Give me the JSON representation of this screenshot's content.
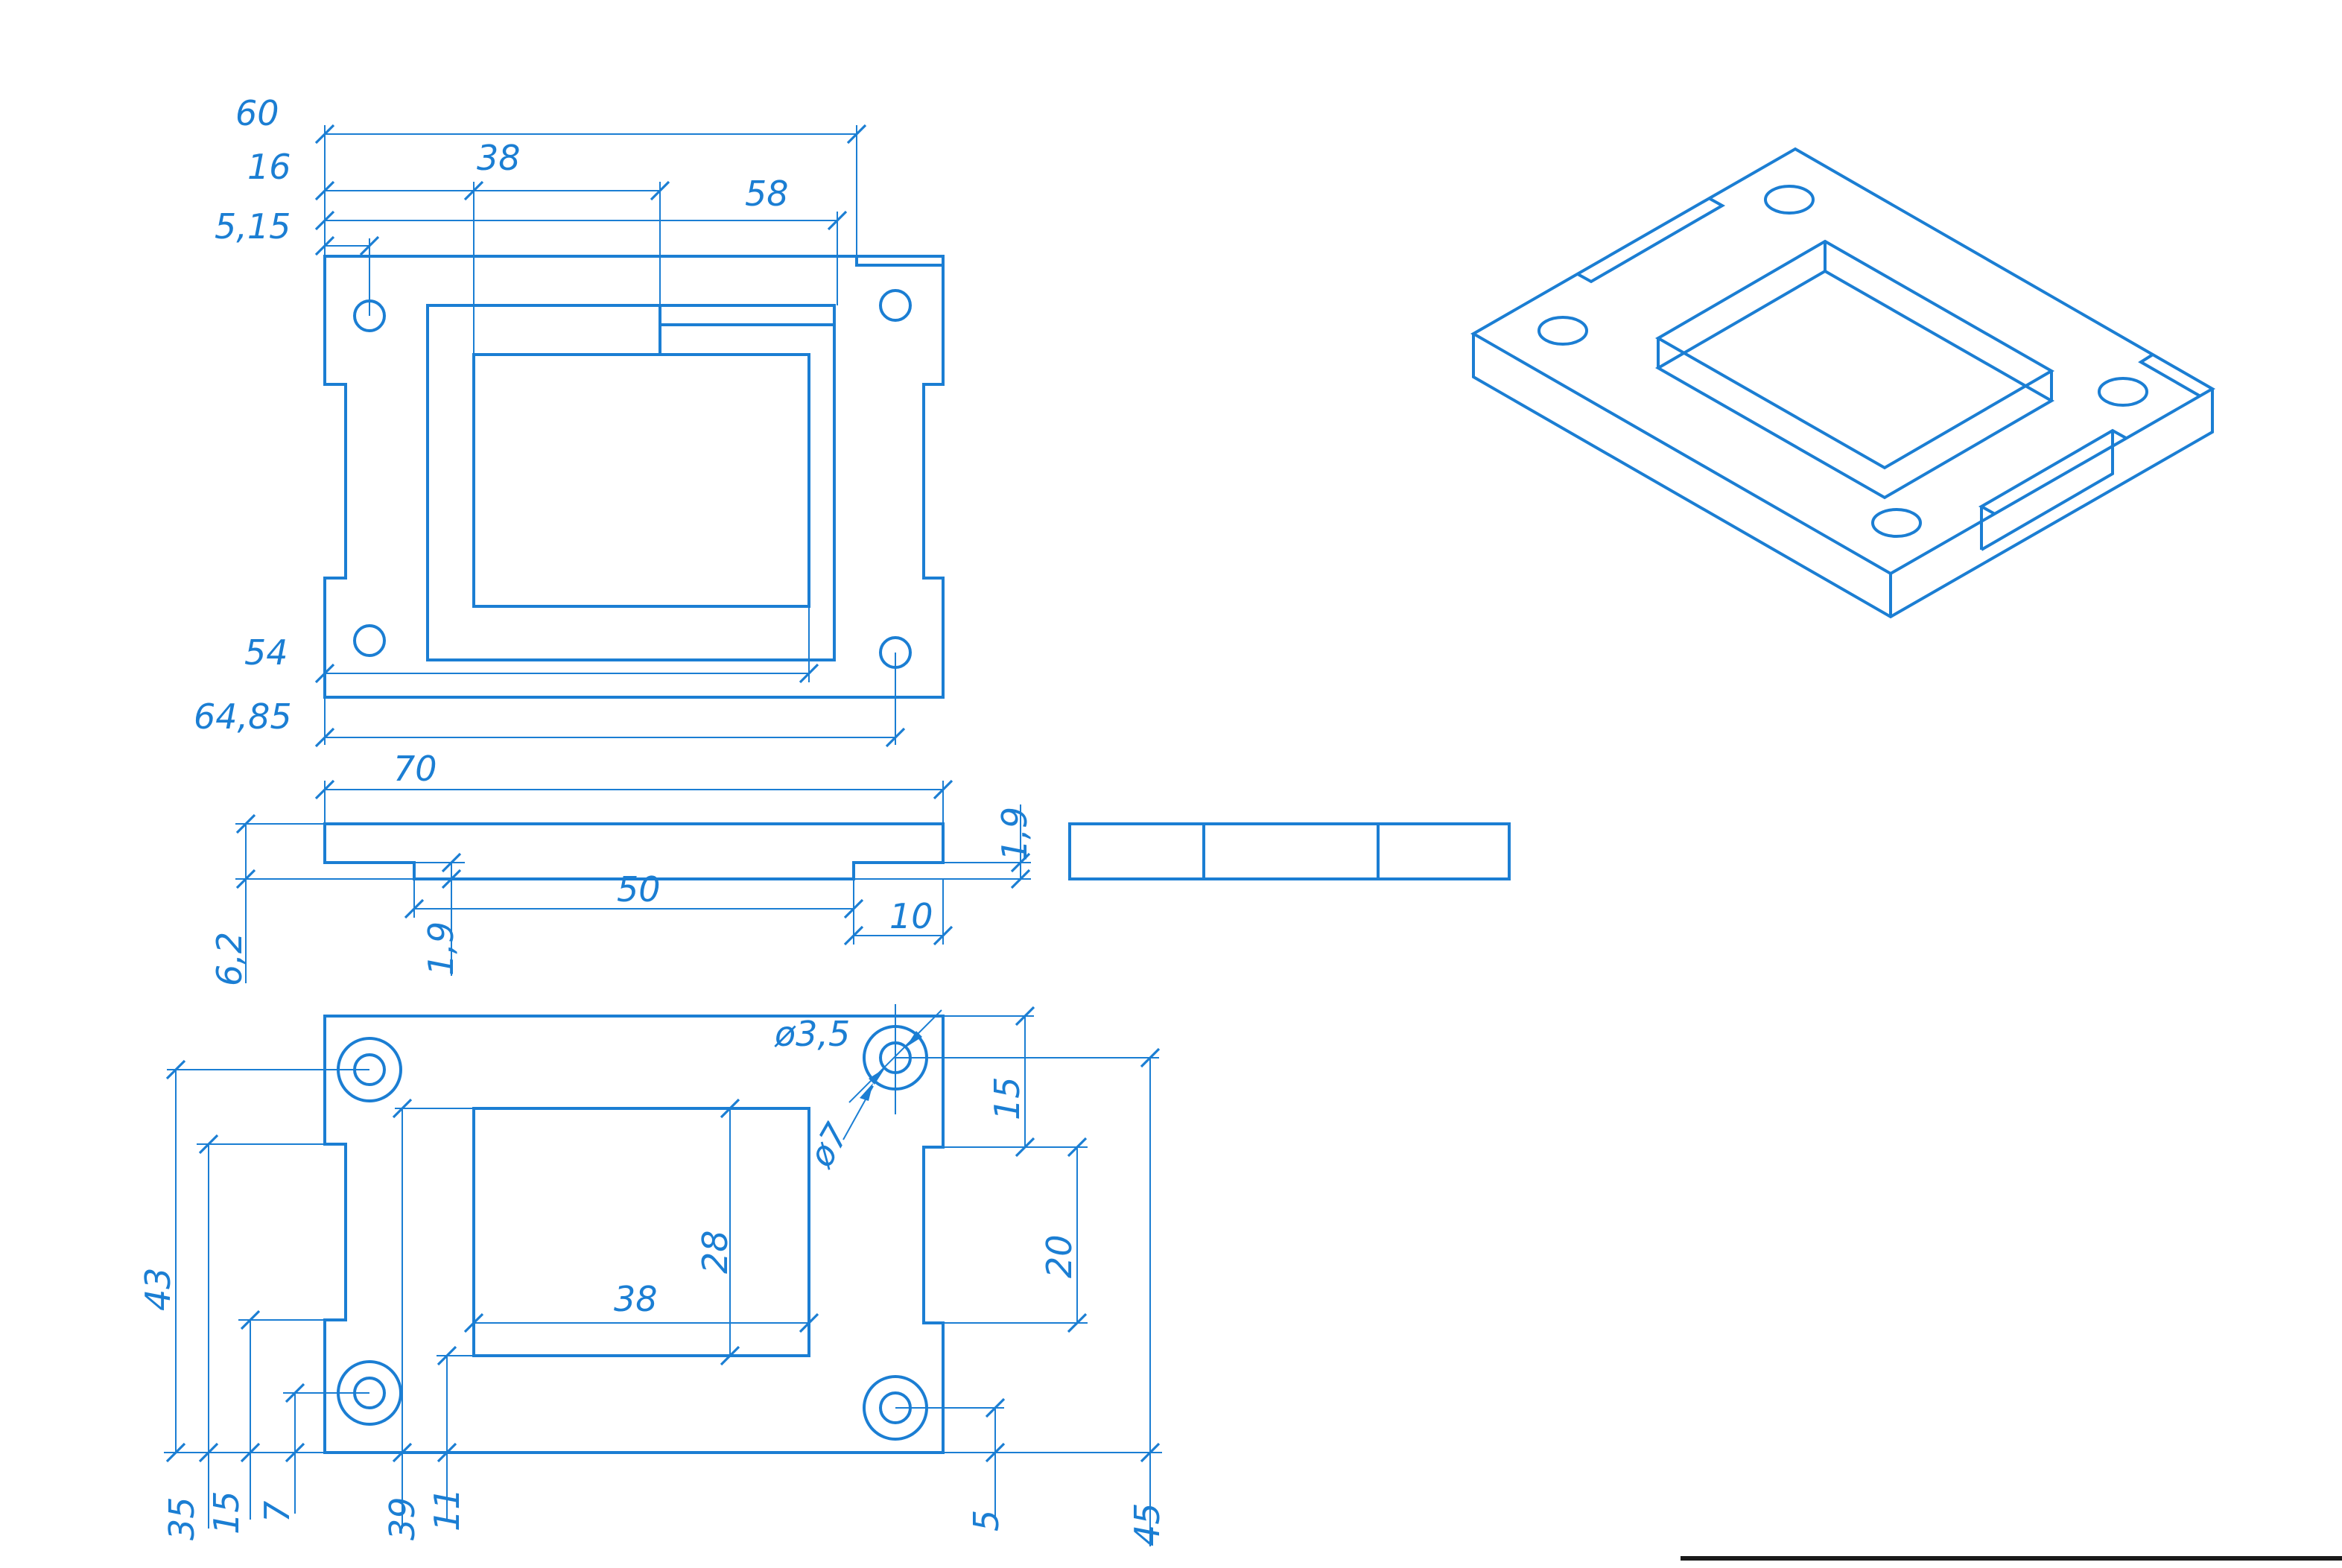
{
  "meta": {
    "line_color": "#1b7ed3",
    "background_color": "#ffffff",
    "frame_color": "#1a1a1a",
    "drawing_type": "mechanical part orthographic drawing with isometric view"
  },
  "views": {
    "top_view": {
      "dims": {
        "d60": "60",
        "d16": "16",
        "d38": "38",
        "d58": "58",
        "d5_15": "5,15",
        "d54": "54",
        "d64_85": "64,85"
      }
    },
    "front_view": {
      "dims": {
        "d70": "70",
        "d50": "50",
        "d10": "10",
        "d1_9_left": "1,9",
        "d1_9_right": "1,9",
        "d6_2": "6,2"
      }
    },
    "bottom_view": {
      "dims": {
        "d43": "43",
        "d35": "35",
        "d15_left": "15",
        "d7": "7",
        "d39": "39",
        "d11": "11",
        "d38": "38",
        "d28": "28",
        "d15_right": "15",
        "d20": "20",
        "d5": "5",
        "d45": "45",
        "dia3_5": "ø3,5",
        "dia7": "ø7"
      }
    }
  }
}
